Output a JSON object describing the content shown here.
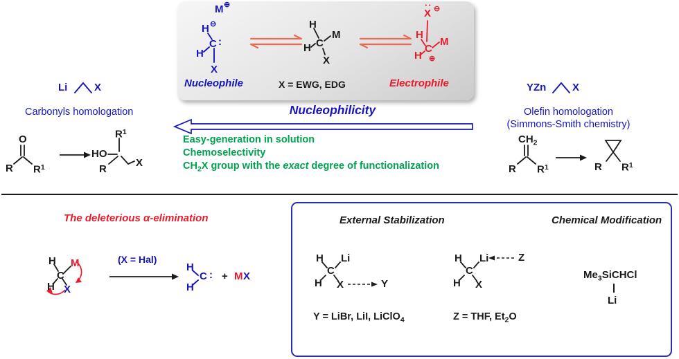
{
  "colors": {
    "blue": "#1616b8",
    "red": "#e81b2c",
    "green": "#00a24f",
    "orange": "#e86a50",
    "ink": "#1a1a1a",
    "box_border": "#2a2ab8"
  },
  "equilibrium_panel": {
    "nucleophile": {
      "M": "M",
      "oplus": "⊕",
      "H_top": "H",
      "ominus": "⊖",
      "C": "C",
      "lone_pair": ":",
      "H_bottom": "H",
      "X": "X",
      "label": "Nucleophile"
    },
    "carbenoid": {
      "H_top": "H",
      "M": "M",
      "C": "C",
      "H_left": "H",
      "X": "X",
      "label": "X = EWG, EDG"
    },
    "electrophile": {
      "radical_dots": "··",
      "X": "X",
      "ominus": "⊖",
      "H_top": "H",
      "C": "C",
      "M": "M",
      "oplus": "⊕",
      "H_bottom": "H",
      "label": "Electrophile"
    }
  },
  "left_panel": {
    "reagent": {
      "Li": "Li",
      "X": "X"
    },
    "caption": "Carbonyls homologation",
    "ketone": {
      "O": "O",
      "R": "R",
      "R1": "R",
      "R1_sup": "1"
    },
    "product": {
      "R1": "R",
      "R1_sup": "1",
      "HO": "HO",
      "R": "R",
      "X": "X"
    }
  },
  "right_panel": {
    "reagent": {
      "YZn": "YZn",
      "X": "X"
    },
    "caption_line1": "Olefin homologation",
    "caption_line2": "(Simmons-Smith chemistry)",
    "alkene": {
      "CH": "CH",
      "sub2": "2",
      "R": "R",
      "R1": "R",
      "R1_sup": "1"
    },
    "cyclopropane": {
      "R": "R",
      "R1": "R",
      "R1_sup": "1"
    }
  },
  "center_band": {
    "title": "Nucleophilicity",
    "bullet1": "Easy-generation in solution",
    "bullet2": "Chemoselectivity",
    "bullet3_pre": "CH",
    "bullet3_sub": "2",
    "bullet3_mid": "X group with the ",
    "bullet3_em": "exact",
    "bullet3_post": " degree of functionalization"
  },
  "elimination": {
    "title": "The deleterious α-elimination",
    "carbenoid": {
      "H_top": "H",
      "M": "M",
      "C": "C",
      "H_bottom": "H",
      "X": "X"
    },
    "condition": "(X = Hal)",
    "carbene": {
      "H_top": "H",
      "C": "C",
      "lone_pair": ":",
      "H_bottom": "H"
    },
    "plus": "+",
    "M": "M",
    "X": "X"
  },
  "stabilization_box": {
    "external_title": "External Stabilization",
    "chemical_title": "Chemical Modification",
    "structure_y": {
      "H_top": "H",
      "Li": "Li",
      "C": "C",
      "H_bottom": "H",
      "X": "X",
      "Y": "Y"
    },
    "structure_z": {
      "H_top": "H",
      "Li": "Li",
      "C": "C",
      "H_bottom": "H",
      "X": "X",
      "Z": "Z"
    },
    "y_legend_pre": "Y = LiBr, LiI, LiClO",
    "y_legend_sub": "4",
    "z_legend_pre": "Z = THF, Et",
    "z_legend_sub": "2",
    "z_legend_post": "O",
    "modification_pre": "Me",
    "modification_sub": "3",
    "modification_post": "SiCHCl",
    "modification_Li": "Li"
  }
}
